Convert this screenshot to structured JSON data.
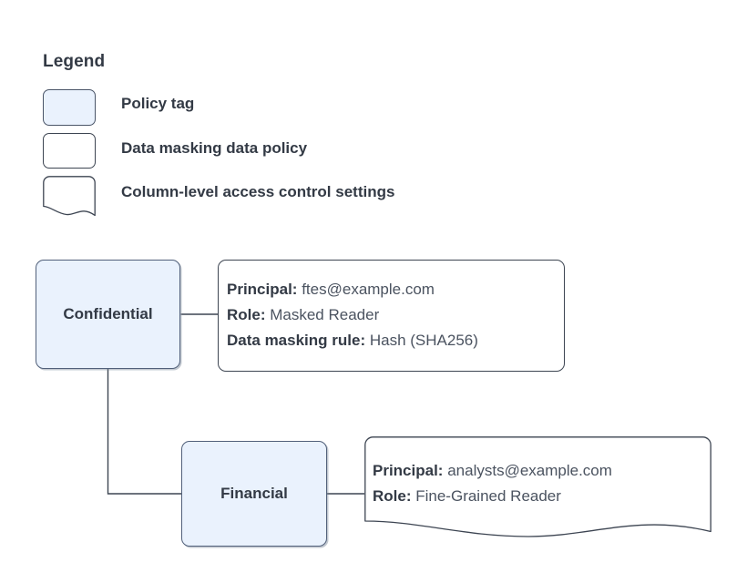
{
  "legend": {
    "title": "Legend",
    "items": [
      {
        "swatch": "policy-tag-swatch",
        "label": "Policy tag"
      },
      {
        "swatch": "data-masking-policy-swatch",
        "label": "Data masking data policy"
      },
      {
        "swatch": "column-level-access-swatch",
        "label": "Column-level access control settings"
      }
    ]
  },
  "colors": {
    "tag_fill": "#eaf2fd",
    "tag_border": "#51607a",
    "box_border": "#3d4552",
    "text": "#333a45",
    "value_text": "#4b5360",
    "connector": "#3d4552",
    "canvas": "#ffffff"
  },
  "nodes": {
    "confidential": {
      "label": "Confidential"
    },
    "financial": {
      "label": "Financial"
    }
  },
  "masking_policy": {
    "rows": [
      {
        "key": "Principal:",
        "value": "ftes@example.com"
      },
      {
        "key": "Role:",
        "value": "Masked Reader"
      },
      {
        "key": "Data masking rule:",
        "value": "Hash (SHA256)"
      }
    ]
  },
  "access_settings": {
    "rows": [
      {
        "key": "Principal:",
        "value": "analysts@example.com"
      },
      {
        "key": "Role:",
        "value": "Fine-Grained Reader"
      }
    ]
  },
  "connectors": [
    {
      "name": "confidential-to-masking-policy"
    },
    {
      "name": "confidential-to-financial"
    },
    {
      "name": "financial-to-access-settings"
    }
  ]
}
